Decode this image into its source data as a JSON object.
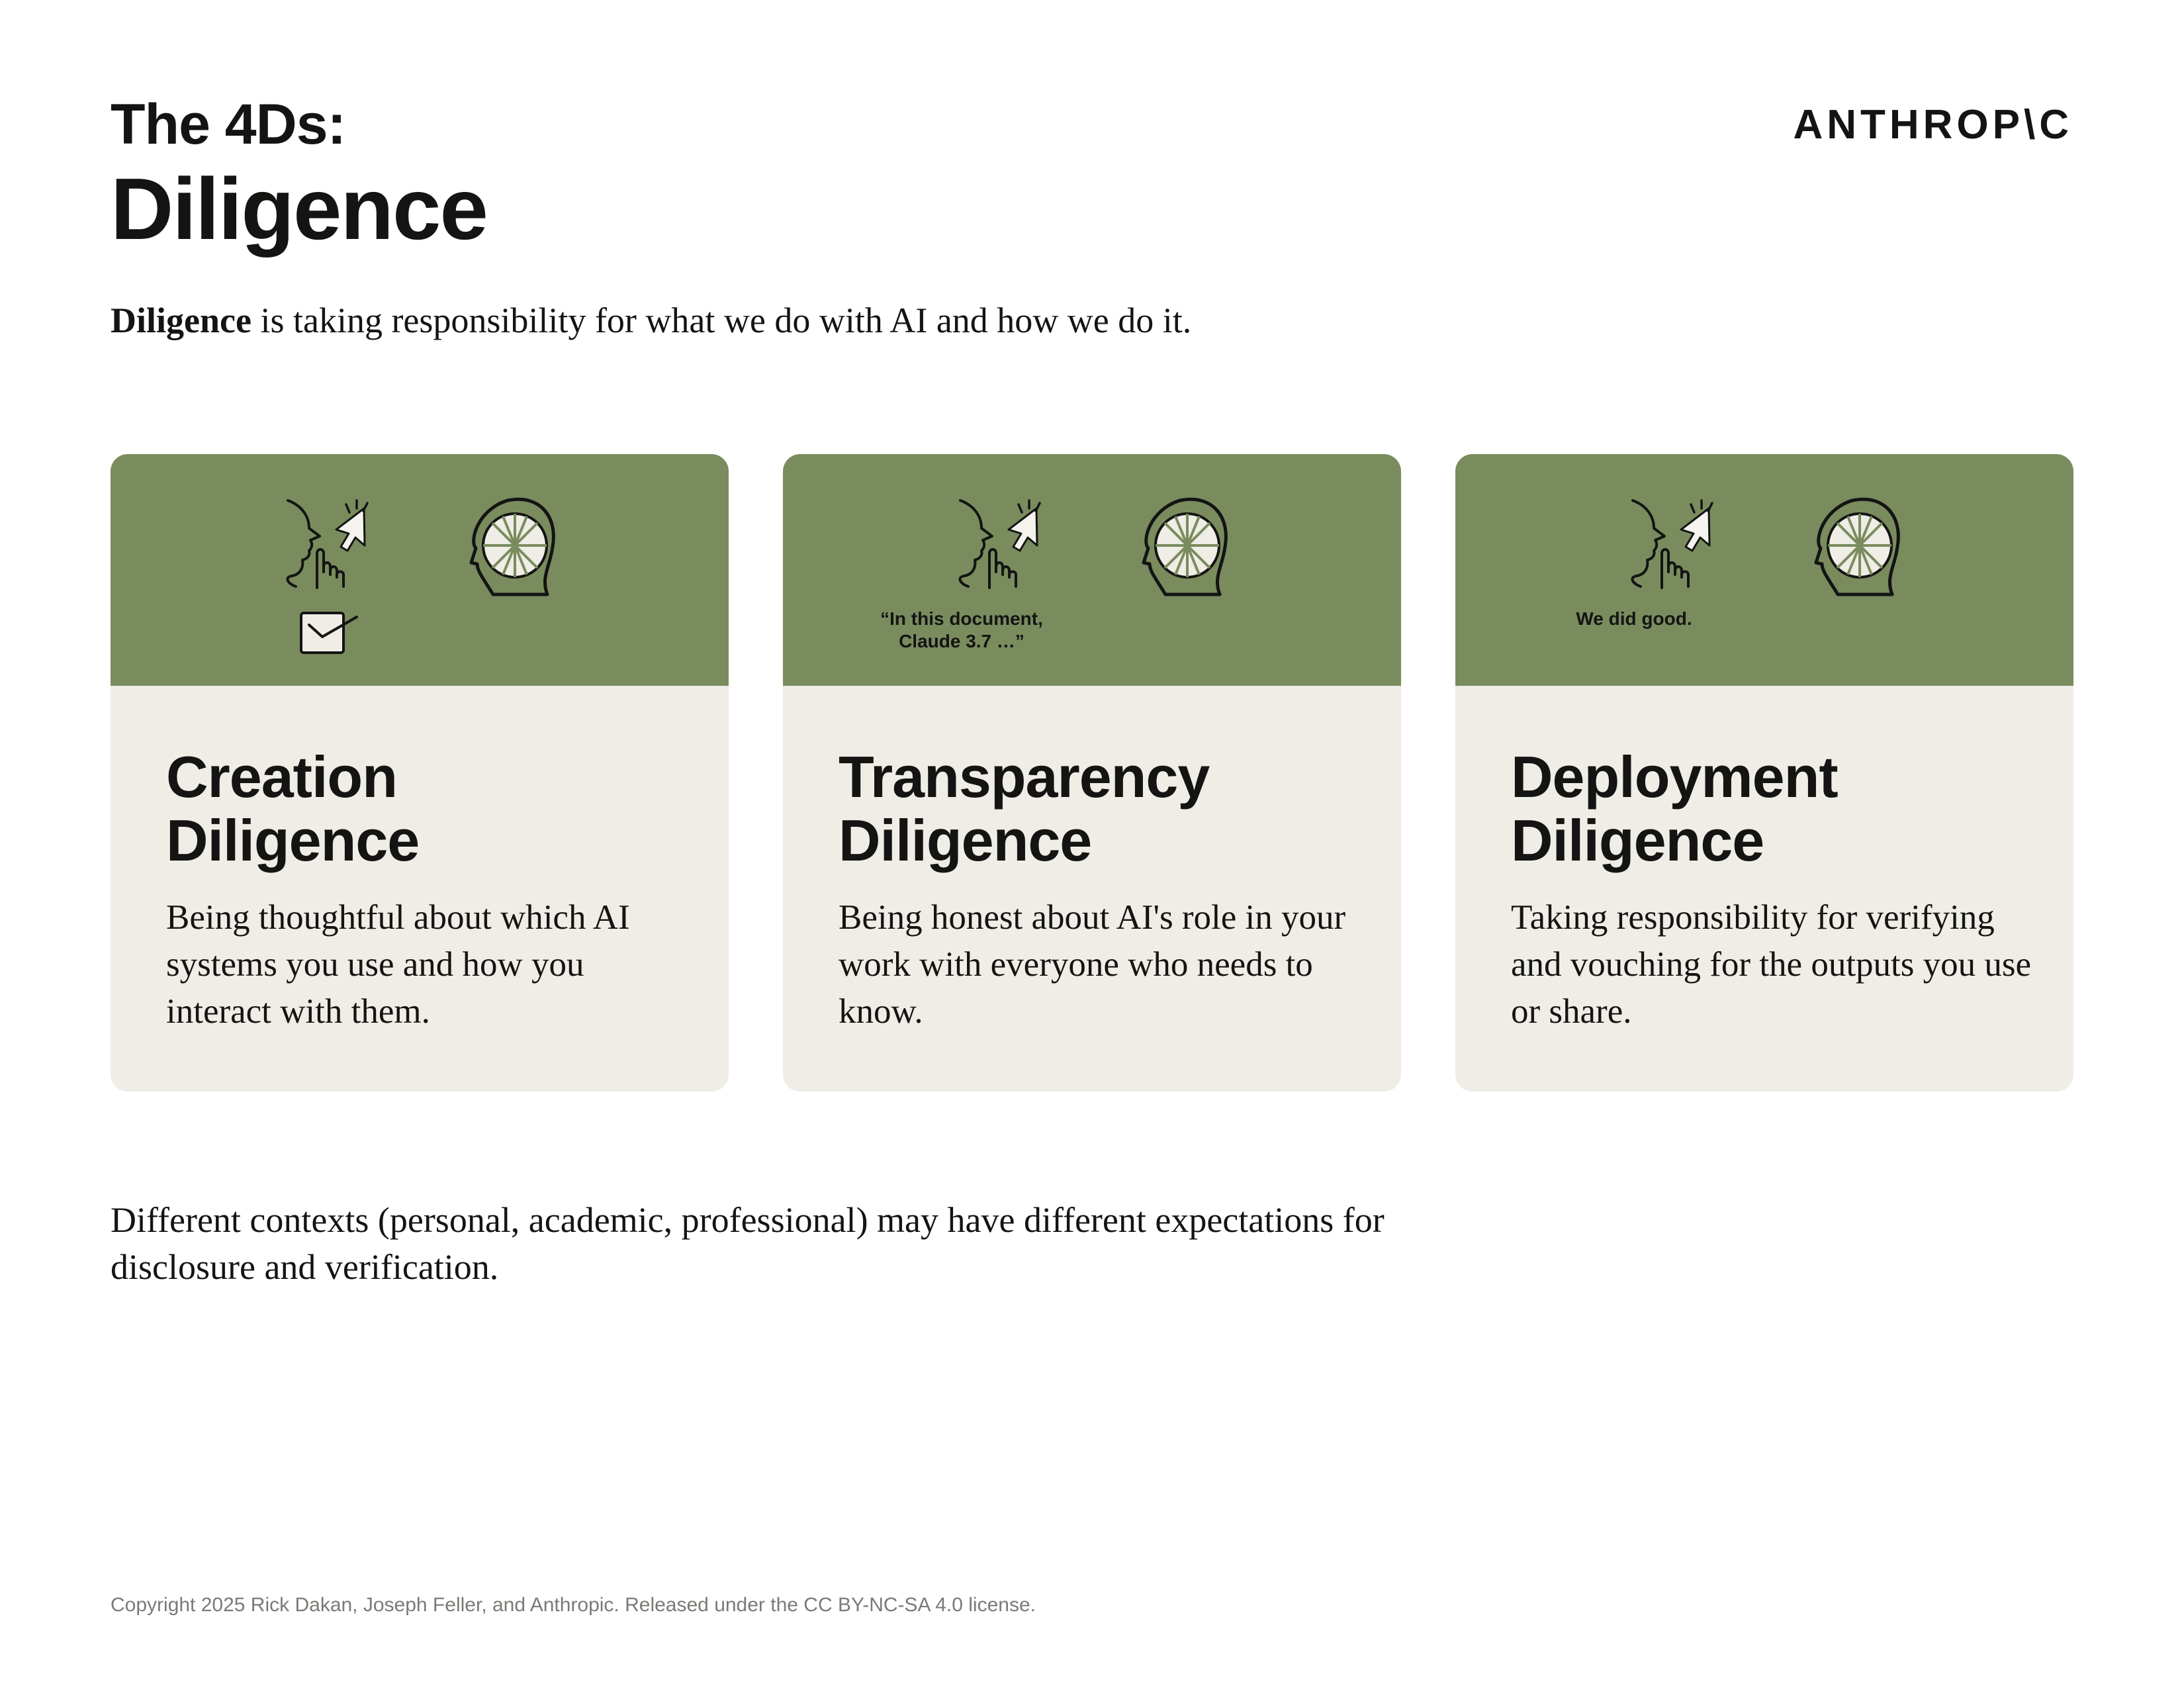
{
  "header": {
    "eyebrow": "The 4Ds:",
    "title": "Diligence",
    "logo": "ANTHROP\\C"
  },
  "intro": {
    "bold": "Diligence",
    "rest": " is taking responsibility for what we do with AI and how we do it."
  },
  "colors": {
    "banner": "#7a8c5e",
    "card_background": "#efede6",
    "text": "#141413",
    "muted": "#7a7a76"
  },
  "cards": [
    {
      "title": "Creation\nDiligence",
      "description": "Being thoughtful about which AI systems you use and how you interact with them.",
      "banner_caption": "",
      "banner_icons": [
        "person-speaking-icon",
        "cursor-icon",
        "pointing-hand-icon",
        "ai-head-icon",
        "checked-envelope-icon"
      ]
    },
    {
      "title": "Transparency\nDiligence",
      "description": "Being honest about AI's role in your work with everyone who needs to know.",
      "banner_caption": "“In this document,\nClaude 3.7 …”",
      "banner_icons": [
        "person-speaking-icon",
        "cursor-icon",
        "pointing-hand-icon",
        "ai-head-icon"
      ]
    },
    {
      "title": "Deployment\nDiligence",
      "description": "Taking responsibility for verifying and vouching for the outputs you use or share.",
      "banner_caption": "We did good.",
      "banner_icons": [
        "person-speaking-icon",
        "cursor-icon",
        "pointing-hand-icon",
        "ai-head-icon"
      ]
    }
  ],
  "note": "Different contexts (personal, academic, professional) may have different expectations for disclosure and verification.",
  "footer": {
    "copyright": "Copyright 2025 Rick Dakan, Joseph Feller, and Anthropic. Released under the CC BY-NC-SA 4.0 license."
  }
}
